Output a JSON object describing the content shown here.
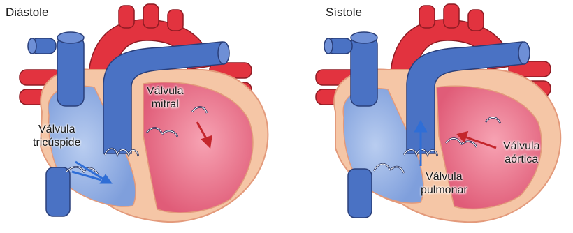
{
  "panels": [
    {
      "title": "Diástole",
      "labels": {
        "mitral": [
          "Válvula",
          "mitral"
        ],
        "tricuspid": [
          "Válvula",
          "tricúspide"
        ]
      }
    },
    {
      "title": "Sístole",
      "labels": {
        "aortic": [
          "Válvula",
          "aórtica"
        ],
        "pulmonary": [
          "Válvula",
          "pulmonar"
        ]
      }
    }
  ],
  "colors": {
    "artery_red": "#e2333f",
    "vein_blue": "#4a72c4",
    "vein_blue_dark": "#3454a6",
    "myocardium": "#f5c6a6",
    "chamber_left": "#ef7d93",
    "chamber_right": "#97b3e6",
    "arrow_red": "#c4262c",
    "arrow_blue": "#2f6ed6"
  }
}
